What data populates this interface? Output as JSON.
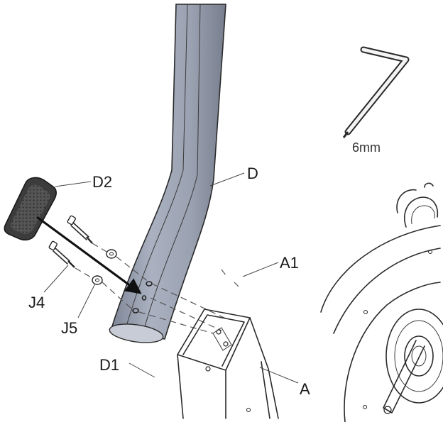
{
  "labels": {
    "d2": "D2",
    "d": "D",
    "a1": "A1",
    "j4": "J4",
    "j5": "J5",
    "d1": "D1",
    "a": "A",
    "wrench_size": "6mm"
  },
  "icons": {
    "wrench": "allen-key-icon"
  },
  "colors": {
    "tube_fill": "#9da4b4",
    "pedal_fill": "#4c4c4c",
    "line": "#2a2a2a"
  }
}
